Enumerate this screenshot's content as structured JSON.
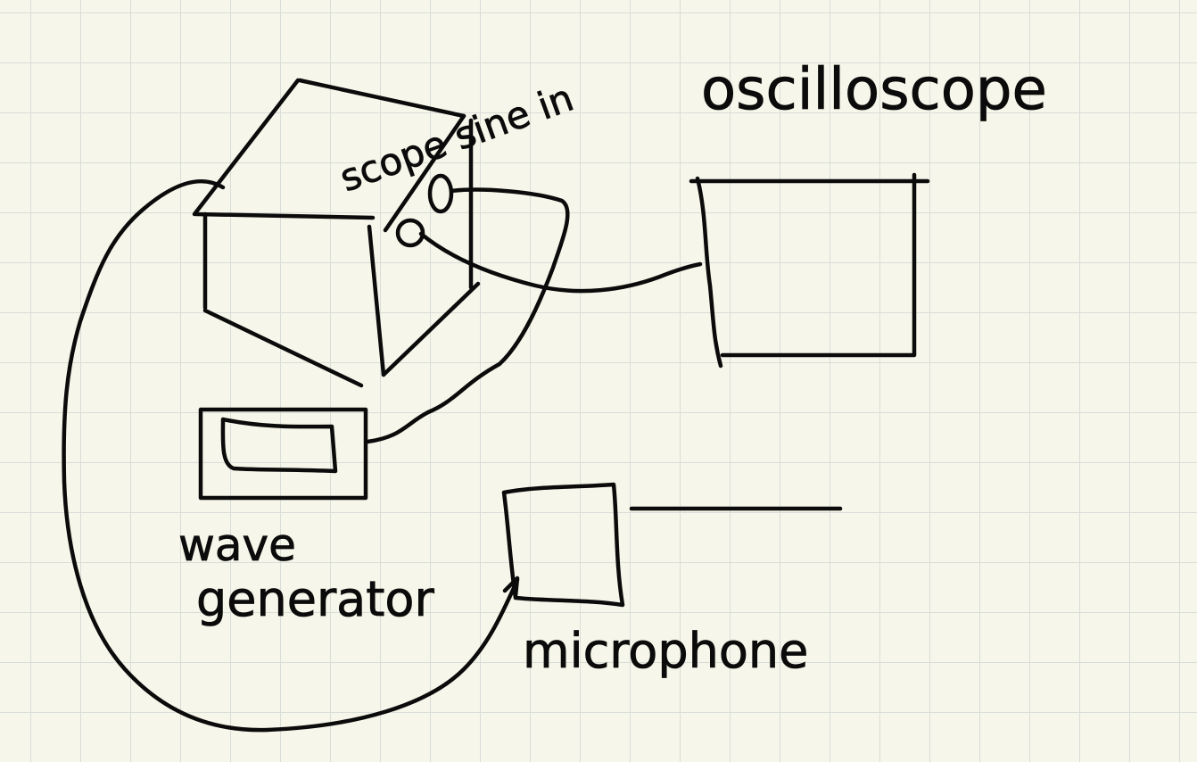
{
  "labels": {
    "scope_label": "scope sine in",
    "oscilloscope": "oscilloscope",
    "wave_word": "wave",
    "generator_word": "generator",
    "microphone": "microphone"
  },
  "colors": {
    "paper": "#f7f6ea",
    "grid": "#d9ddd8",
    "ink": "#0b0b0b"
  }
}
